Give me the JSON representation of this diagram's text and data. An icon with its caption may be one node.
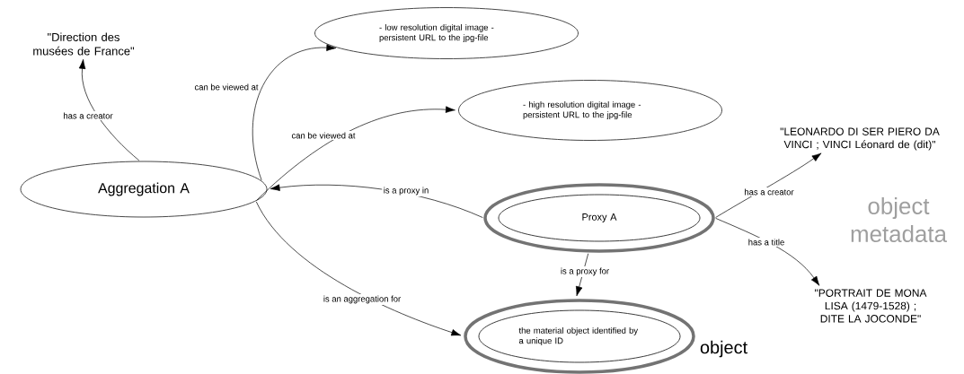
{
  "diagram": {
    "nodes": [
      {
        "text": [
          "Aggregation A"
        ]
      },
      {
        "text": [
          "\"Direction des musées de France\""
        ]
      },
      {
        "text": [
          "- low resolution digital image - persistent URL to the jpg-file"
        ]
      },
      {
        "text": [
          "- high resolution digital image - persistent URL to the jpg-file"
        ]
      },
      {
        "text": [
          "Proxy A"
        ]
      },
      {
        "text": [
          "\"LEONARDO DI SER PIERO DA VINCI ; VINCI Léonard de (dit)\""
        ]
      },
      {
        "text": [
          "\"PORTRAIT DE MONA LISA (1479-1528) ; DITE LA JOCONDE\""
        ]
      },
      {
        "text": [
          "the material object identified by a unique ID"
        ],
        "beside": [
          "object"
        ]
      }
    ],
    "edges": [
      {
        "from": 0,
        "to": 1,
        "arrow": "to",
        "label": "has a creator"
      },
      {
        "from": 0,
        "to": 2,
        "arrow": "to",
        "label": "can be viewed at"
      },
      {
        "from": 0,
        "to": 3,
        "arrow": "to",
        "label": "can be viewed at"
      },
      {
        "from": 4,
        "to": 0,
        "arrow": "to",
        "label": "is a proxy in"
      },
      {
        "from": 4,
        "to": 5,
        "arrow": "to",
        "label": "has a creator"
      },
      {
        "from": 4,
        "to": 6,
        "arrow": "to",
        "label": "has a title"
      },
      {
        "from": 4,
        "to": 7,
        "arrow": "to",
        "label": "is a proxy for"
      },
      {
        "from": 0,
        "to": 7,
        "arrow": "to",
        "label": "is an aggregation for"
      }
    ],
    "labels": [
      "object metadata"
    ]
  }
}
